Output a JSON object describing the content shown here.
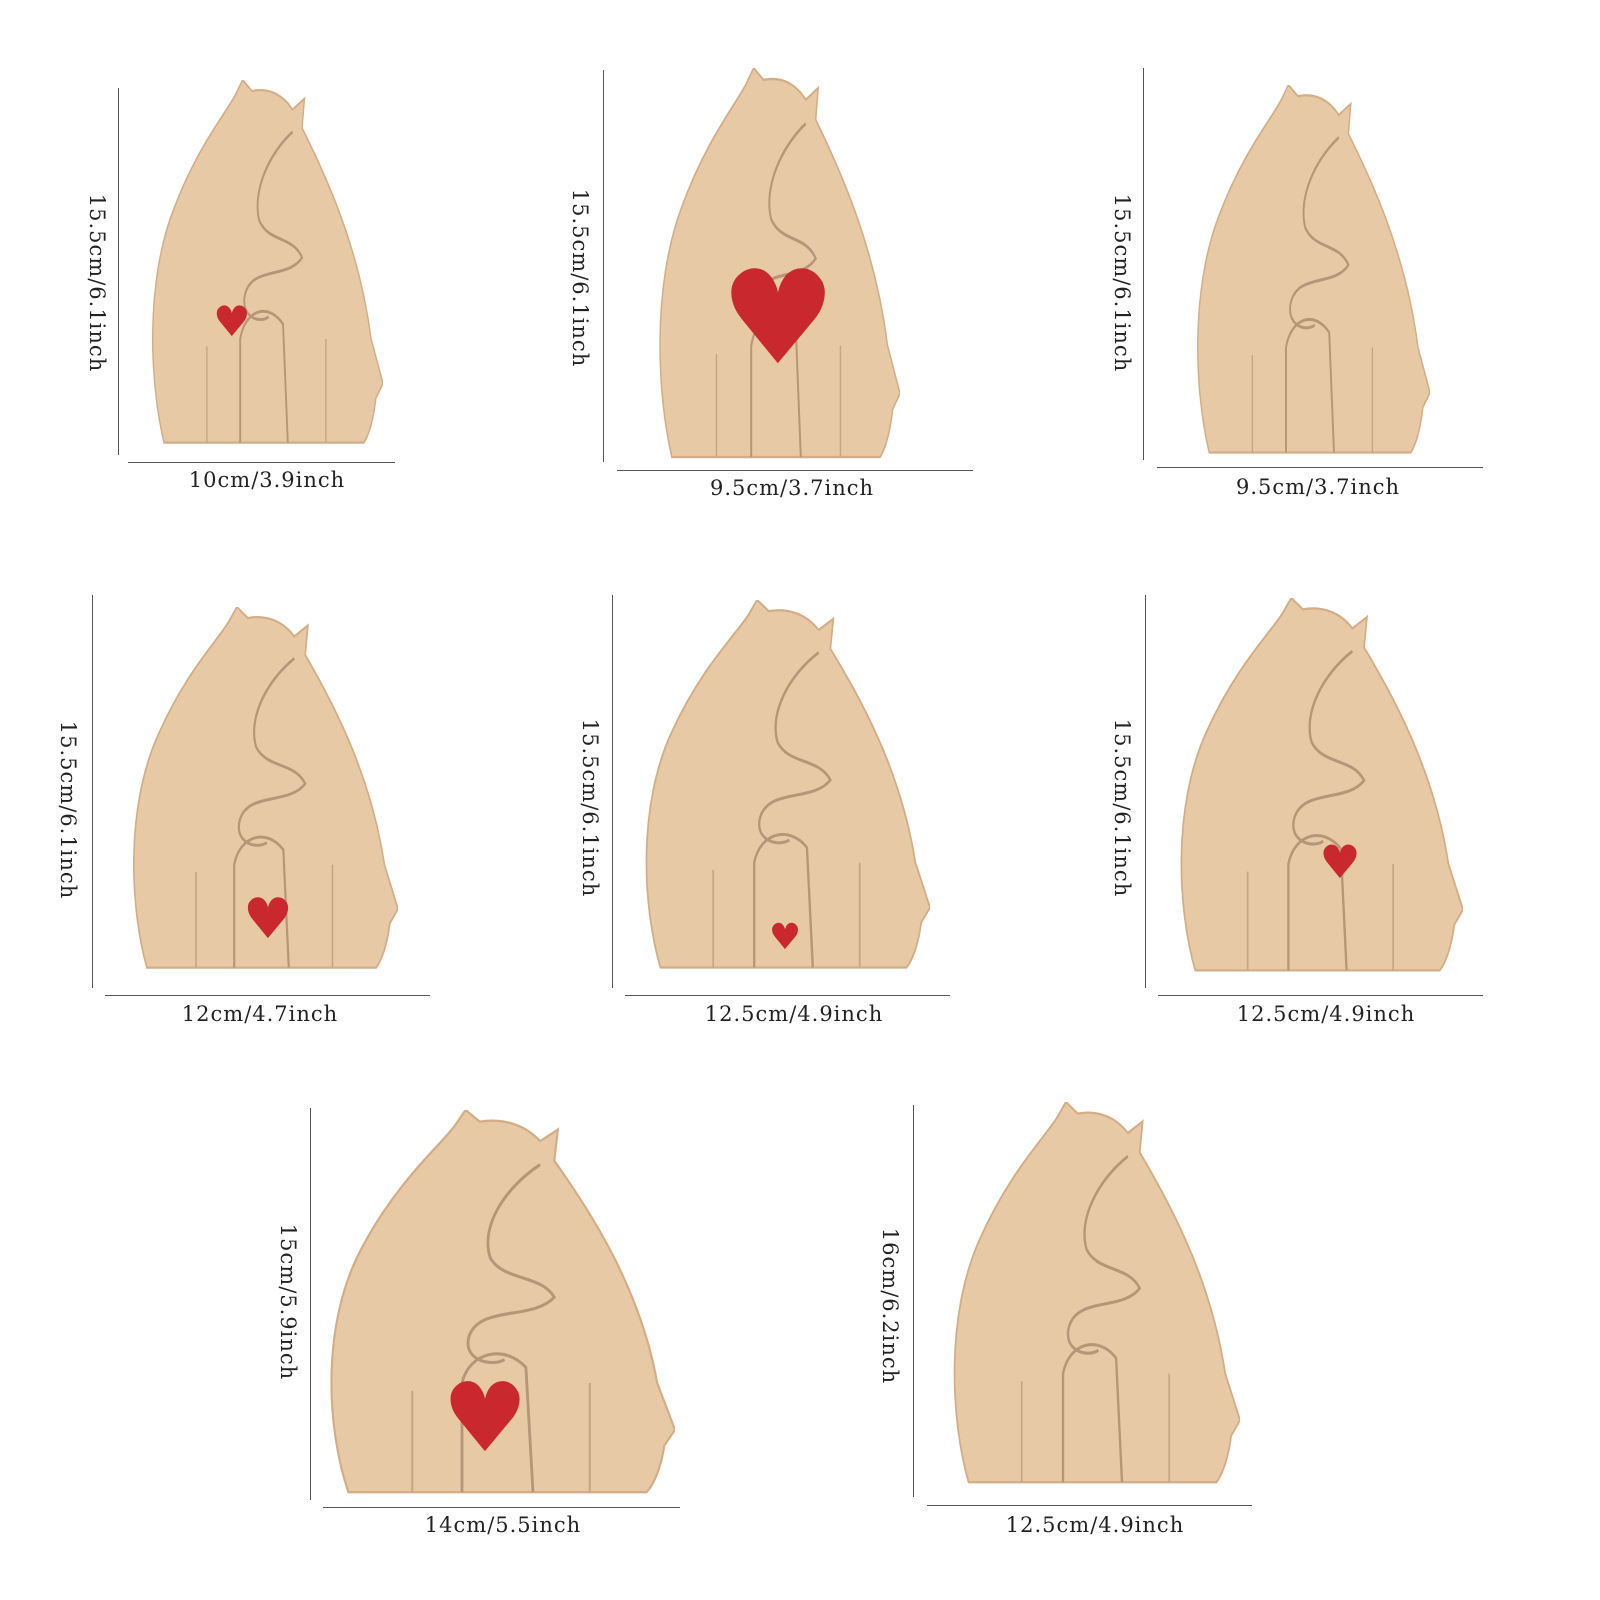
{
  "colors": {
    "wood": "#e8c9a6",
    "wood_edge": "#d4ad86",
    "heart": "#c8282e"
  },
  "panels": [
    {
      "height_label": "15.5cm/6.1inch",
      "width_label": "10cm/3.9inch",
      "heart": "small"
    },
    {
      "height_label": "15.5cm/6.1inch",
      "width_label": "9.5cm/3.7inch",
      "heart": "large"
    },
    {
      "height_label": "15.5cm/6.1inch",
      "width_label": "9.5cm/3.7inch",
      "heart": "none"
    },
    {
      "height_label": "15.5cm/6.1inch",
      "width_label": "12cm/4.7inch",
      "heart": "small"
    },
    {
      "height_label": "15.5cm/6.1inch",
      "width_label": "12.5cm/4.9inch",
      "heart": "small"
    },
    {
      "height_label": "15.5cm/6.1inch",
      "width_label": "12.5cm/4.9inch",
      "heart": "small"
    },
    {
      "height_label": "15cm/5.9inch",
      "width_label": "14cm/5.5inch",
      "heart": "large"
    },
    {
      "height_label": "16cm/6.2inch",
      "width_label": "12.5cm/4.9inch",
      "heart": "none"
    }
  ]
}
